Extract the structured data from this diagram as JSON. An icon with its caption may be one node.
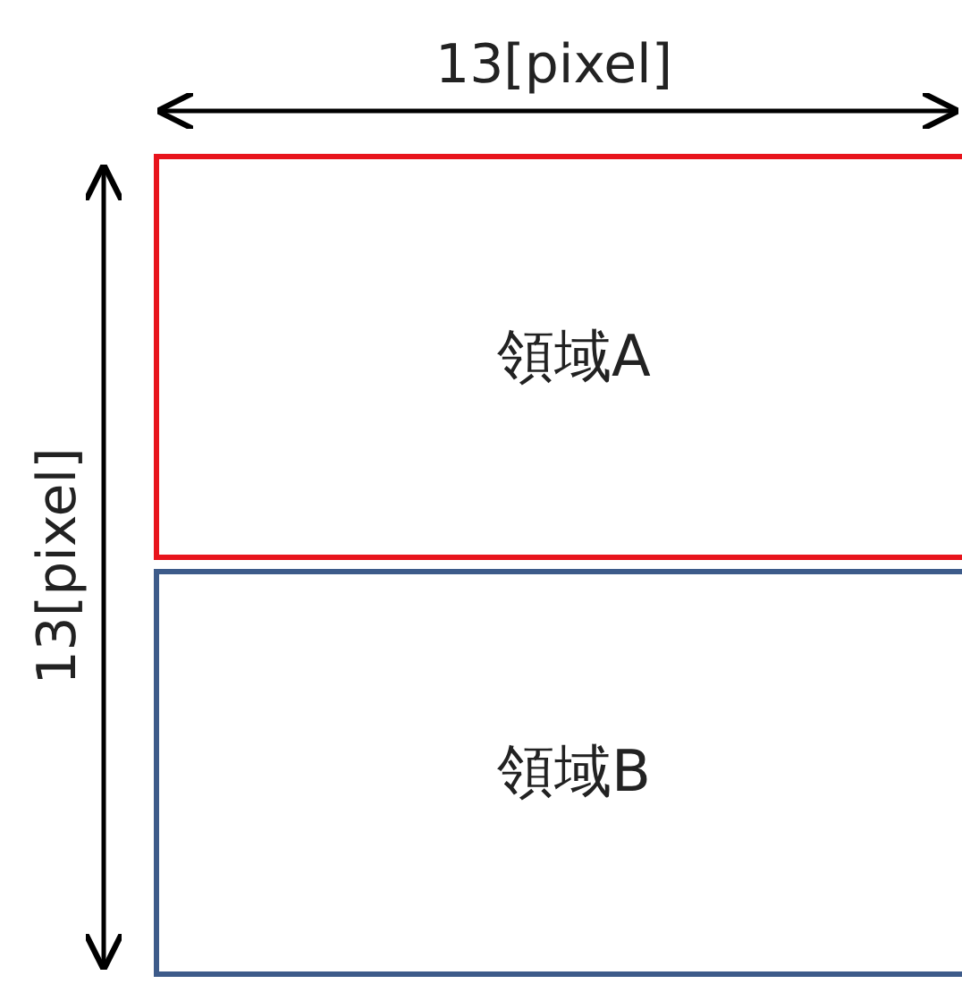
{
  "diagram": {
    "nodes": [
      {
        "text": [
          "領域A"
        ]
      },
      {
        "text": [
          "領域B"
        ]
      }
    ],
    "labels": [
      "13[pixel]",
      "13[pixel]"
    ]
  }
}
